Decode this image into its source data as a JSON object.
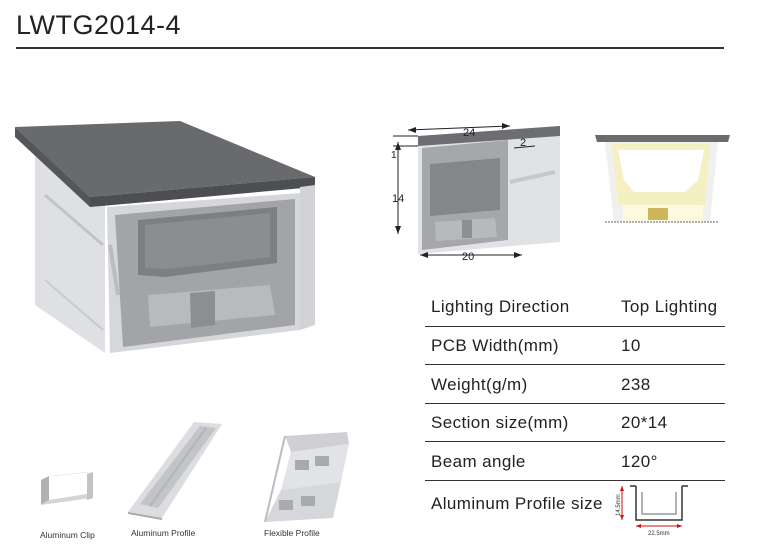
{
  "title": "LWTG2014-4",
  "dimensions": {
    "width_top": "24",
    "wall": "2",
    "lip": "1",
    "height": "14",
    "width_bottom": "20"
  },
  "specs": [
    {
      "label": "Lighting  Direction",
      "value": "Top Lighting"
    },
    {
      "label": "PCB  Width(mm)",
      "value": "10"
    },
    {
      "label": "Weight(g/m)",
      "value": "238"
    },
    {
      "label": "Section size(mm)",
      "value": "20*14"
    },
    {
      "label": "Beam angle",
      "value": "120°"
    },
    {
      "label": "Aluminum Profile size",
      "value": ""
    }
  ],
  "profile_dims": {
    "height": "14.5mm",
    "width": "22.5mm"
  },
  "accessories": [
    {
      "label": "Aluminum Clip"
    },
    {
      "label": "Aluminum Profile"
    },
    {
      "label": "Flexible Profile"
    }
  ],
  "colors": {
    "cap": "#5f6064",
    "body": "#dcdde0",
    "face": "#9fa0a4",
    "glow": "#fffbd9"
  }
}
